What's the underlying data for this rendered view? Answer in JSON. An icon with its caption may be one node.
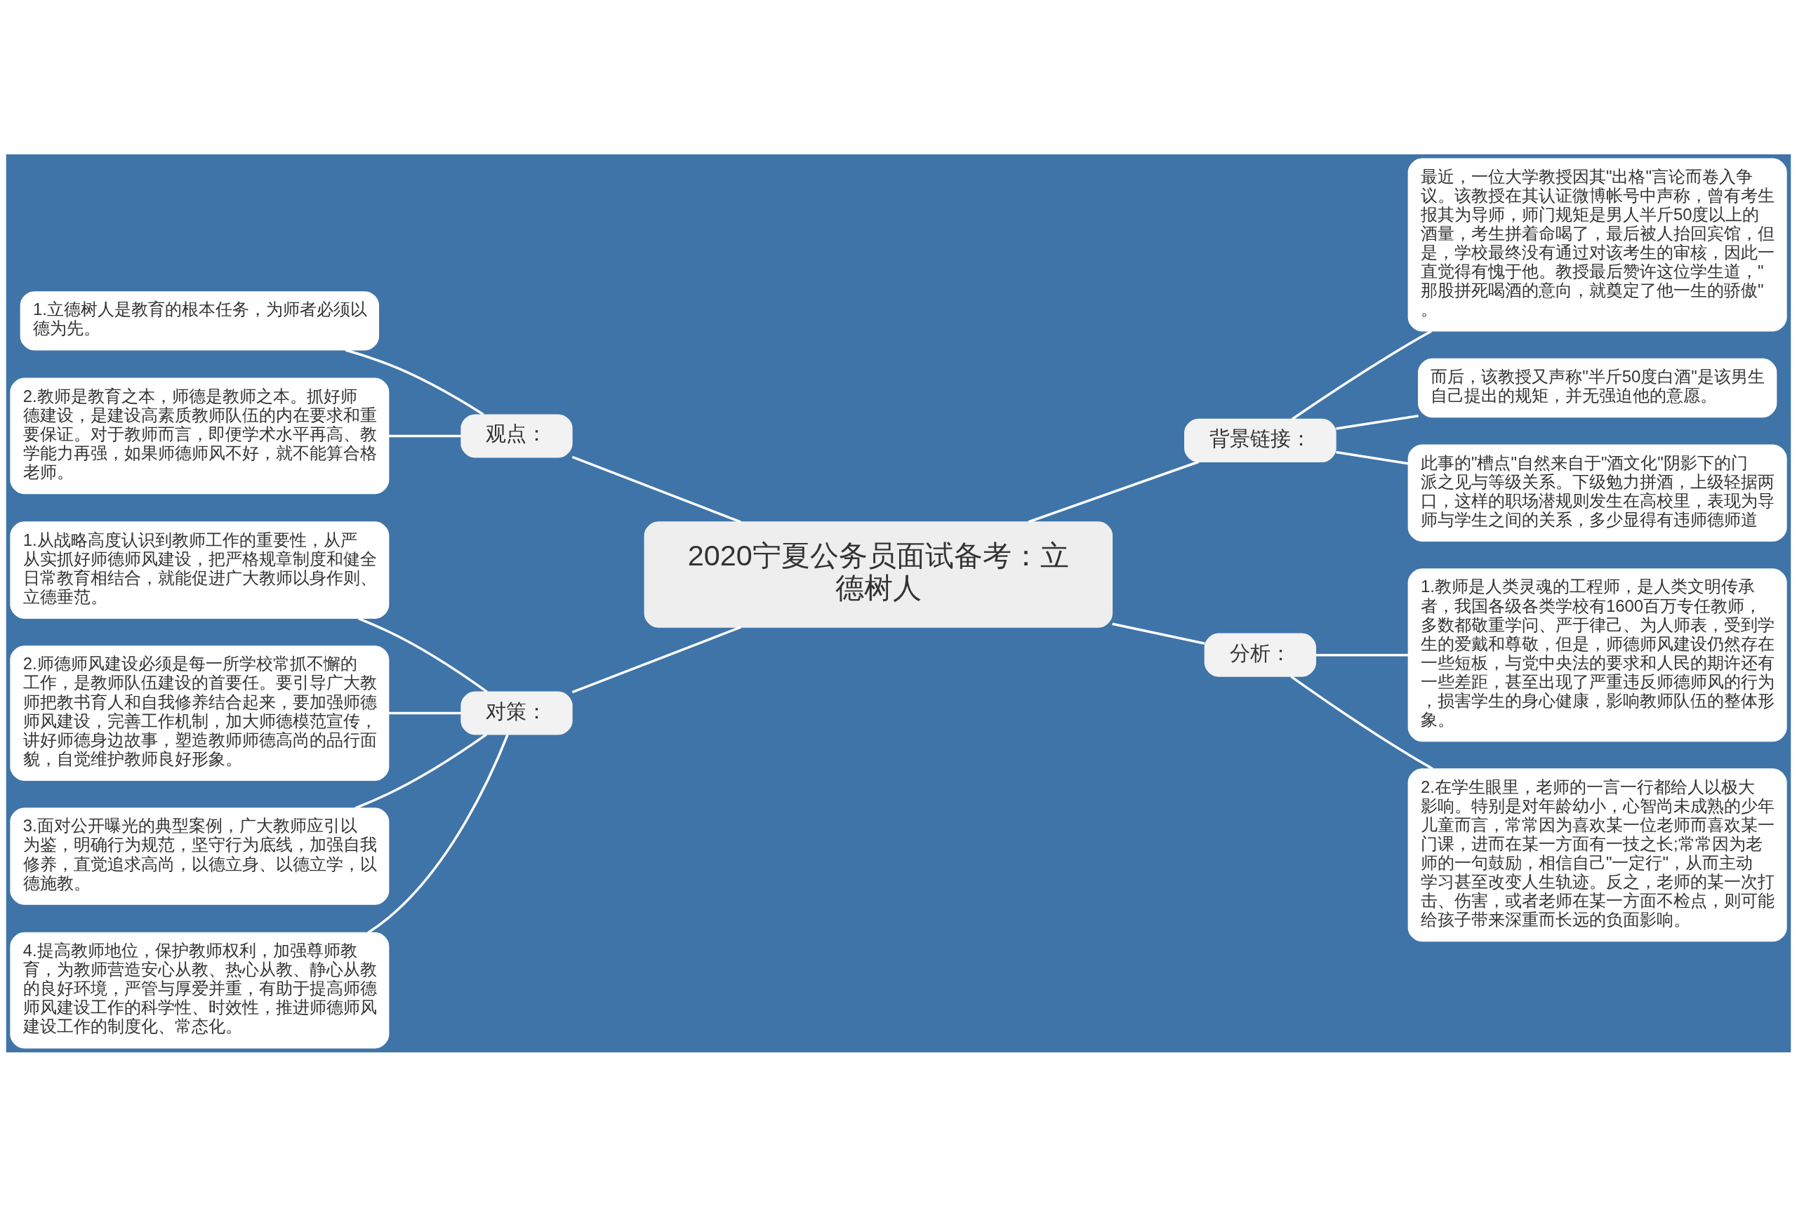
{
  "diagram": {
    "nodes": [
      {
        "text": [
          "2020宁夏公务员面试备考：立德树人"
        ]
      },
      {
        "text": [
          "观点："
        ]
      },
      {
        "text": [
          "1.立德树人是教育的根本任务，为师者必须以德为先。"
        ]
      },
      {
        "text": [
          "2.教师是教育之本，师德是教师之本。抓好师德建设，是建设高素质教师队伍的内在要求和重要保证。对于教师而言，即便学术水平再高、教学能力再强，如果师德师风不好，就不能算合格老师。"
        ]
      },
      {
        "text": [
          "对策："
        ]
      },
      {
        "text": [
          "1.从战略高度认识到教师工作的重要性，从严从实抓好师德师风建设，把严格规章制度和健全日常教育相结合，就能促进广大教师以身作则、立德垂范。"
        ]
      },
      {
        "text": [
          "2.师德师风建设必须是每一所学校常抓不懈的工作，是教师队伍建设的首要任。要引导广大教师把教书育人和自我修养结合起来，要加强师德师风建设，完善工作机制，加大师德模范宣传，讲好师德身边故事，塑造教师师德高尚的品行面貌，自觉维护教师良好形象。"
        ]
      },
      {
        "text": [
          "3.面对公开曝光的典型案例，广大教师应引以为鉴，明确行为规范，坚守行为底线，加强自我修养，直觉追求高尚，以德立身、以德立学，以德施教。"
        ]
      },
      {
        "text": [
          "4.提高教师地位，保护教师权利，加强尊师教育，为教师营造安心从教、热心从教、静心从教的良好环境，严管与厚爱并重，有助于提高师德师风建设工作的科学性、时效性，推进师德师风建设工作的制度化、常态化。"
        ]
      },
      {
        "text": [
          "背景链接："
        ]
      },
      {
        "text": [
          "最近，一位大学教授因其\"出格\"言论而卷入争议。该教授在其认证微博帐号中声称，曾有考生报其为导师，师门规矩是男人半斤50度以上的酒量，考生拼着命喝了，最后被人抬回宾馆，但是，学校最终没有通过对该考生的审核，因此一直觉得有愧于他。教授最后赞许这位学生道，\"那股拼死喝酒的意向，就奠定了他一生的骄傲\"。"
        ]
      },
      {
        "text": [
          "而后，该教授又声称\"半斤50度白酒\"是该男生自己提出的规矩，并无强迫他的意愿。"
        ]
      },
      {
        "text": [
          "此事的\"槽点\"自然来自于\"酒文化\"阴影下的门派之见与等级关系。下级勉力拼酒，上级轻据两口，这样的职场潜规则发生在高校里，表现为导师与学生之间的关系，多少显得有违师德师道"
        ]
      },
      {
        "text": [
          "分析："
        ]
      },
      {
        "text": [
          "1.教师是人类灵魂的工程师，是人类文明传承者，我国各级各类学校有1600百万专任教师，多数都敬重学问、严于律己、为人师表，受到学生的爱戴和尊敬，但是，师德师风建设仍然存在一些短板，与党中央法的要求和人民的期许还有一些差距，甚至出现了严重违反师德师风的行为，损害学生的身心健康，影响教师队伍的整体形象。"
        ]
      },
      {
        "text": [
          "2.在学生眼里，老师的一言一行都给人以极大影响。特别是对年龄幼小，心智尚未成熟的少年儿童而言，常常因为喜欢某一位老师而喜欢某一门课，进而在某一方面有一技之长;常常因为老师的一句鼓励，相信自己\"一定行\"，从而主动学习甚至改变人生轨迹。反之，老师的某一次打击、伤害，或者老师在某一方面不检点，则可能给孩子带来深重而长远的负面影响。"
        ]
      }
    ],
    "edges": [
      {
        "from": 0,
        "to": 1,
        "arrow": "none"
      },
      {
        "from": 0,
        "to": 4,
        "arrow": "none"
      },
      {
        "from": 0,
        "to": 9,
        "arrow": "none"
      },
      {
        "from": 0,
        "to": 13,
        "arrow": "none"
      },
      {
        "from": 1,
        "to": 2,
        "arrow": "none"
      },
      {
        "from": 1,
        "to": 3,
        "arrow": "none"
      },
      {
        "from": 4,
        "to": 5,
        "arrow": "none"
      },
      {
        "from": 4,
        "to": 6,
        "arrow": "none"
      },
      {
        "from": 4,
        "to": 7,
        "arrow": "none"
      },
      {
        "from": 4,
        "to": 8,
        "arrow": "none"
      },
      {
        "from": 9,
        "to": 10,
        "arrow": "none"
      },
      {
        "from": 9,
        "to": 11,
        "arrow": "none"
      },
      {
        "from": 9,
        "to": 12,
        "arrow": "none"
      },
      {
        "from": 13,
        "to": 14,
        "arrow": "none"
      },
      {
        "from": 13,
        "to": 15,
        "arrow": "none"
      }
    ]
  }
}
